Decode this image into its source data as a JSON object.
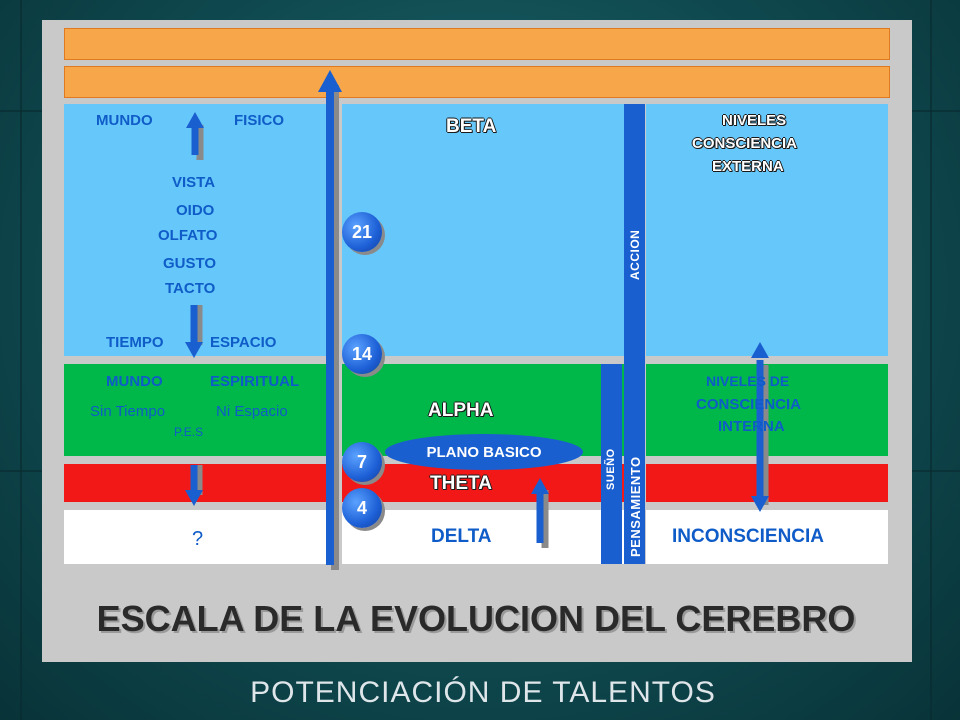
{
  "top_labels": {
    "mundo": "MUNDO",
    "fisico": "FISICO",
    "vista": "VISTA",
    "oido": "OIDO",
    "olfato": "OLFATO",
    "gusto": "GUSTO",
    "tacto": "TACTO",
    "tiempo": "TIEMPO",
    "espacio": "ESPACIO"
  },
  "spiritual_labels": {
    "mundo": "MUNDO",
    "espiritual": "ESPIRITUAL",
    "sin_tiempo": "Sin Tiempo",
    "ni_espacio": "Ni Espacio",
    "pes": "P.E.S"
  },
  "question_mark": "?",
  "waves": {
    "beta": "BETA",
    "alpha": "ALPHA",
    "theta": "THETA",
    "delta": "DELTA"
  },
  "plano_basico": "PLANO BASICO",
  "badges": [
    "21",
    "14",
    "7",
    "4"
  ],
  "vertical_labels": {
    "accion": "ACCION",
    "sueno": "SUEÑO",
    "pensamiento": "PENSAMIENTO"
  },
  "right_labels": {
    "externa_1": "NIVELES",
    "externa_2": "CONSCIENCIA",
    "externa_3": "EXTERNA",
    "interna_1": "NIVELES DE",
    "interna_2": "CONSCIENCIA",
    "interna_3": "INTERNA",
    "inconsciencia": "INCONSCIENCIA"
  },
  "title": "ESCALA DE LA EVOLUCION DEL CEREBRO",
  "subtitle": "POTENCIACIÓN DE TALENTOS",
  "colors": {
    "orange": "#f7a64a",
    "light_blue": "#66c8fa",
    "green": "#00b84a",
    "red": "#f21818",
    "white": "#ffffff",
    "arrow_blue": "#1a5fd0"
  }
}
